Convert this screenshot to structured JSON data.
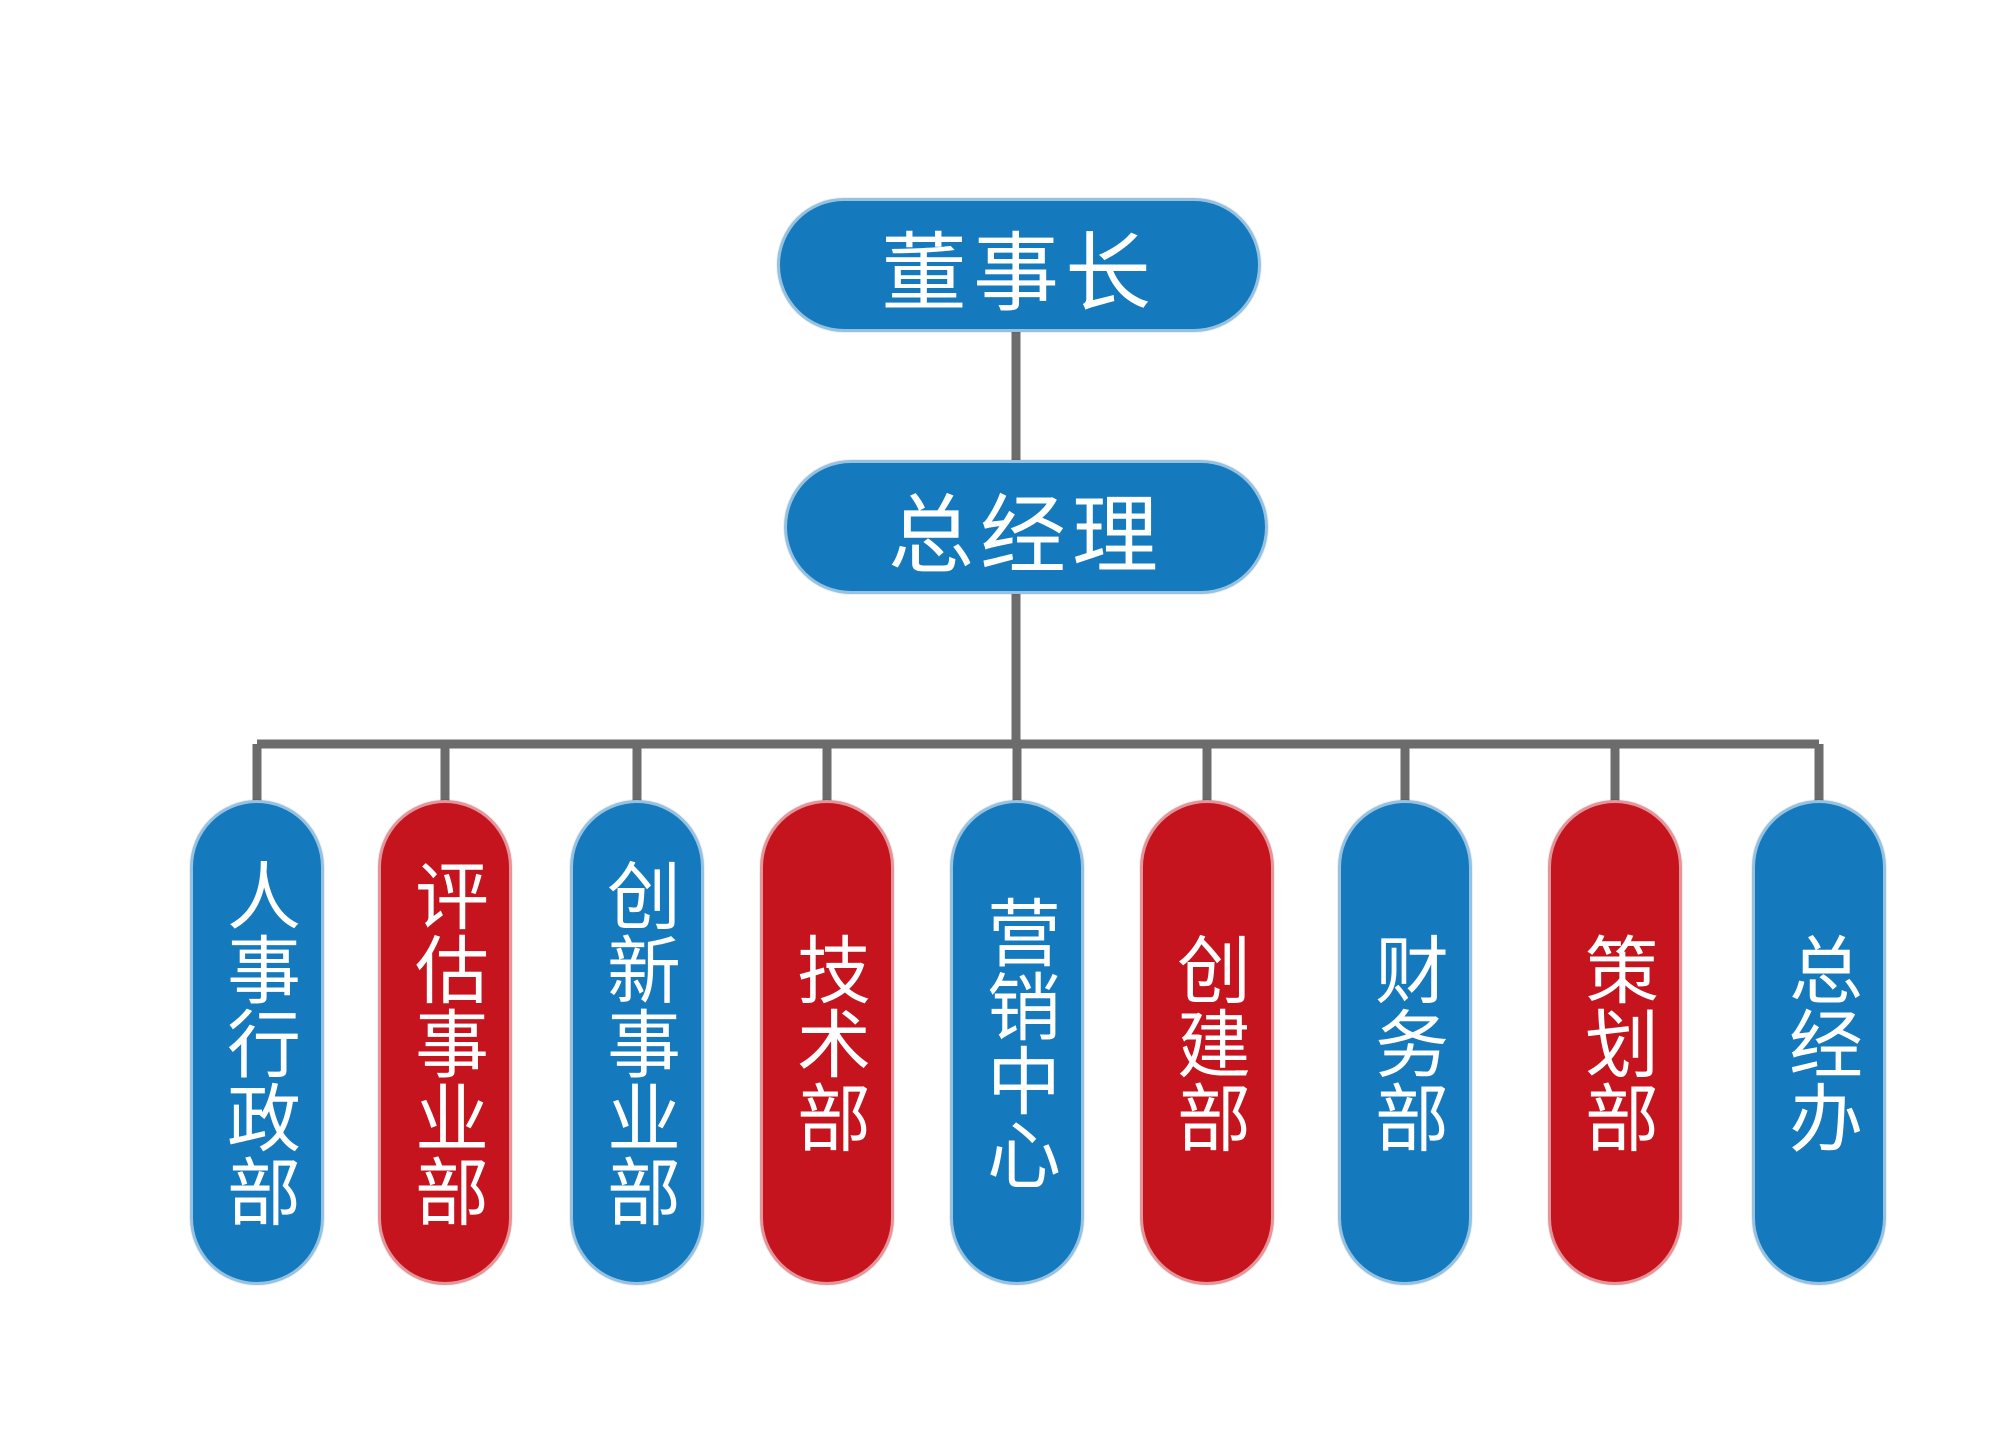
{
  "chart": {
    "colors": {
      "blue": "#1479bd",
      "red": "#c5141d",
      "connector": "#6c6c6c"
    },
    "top_nodes": [
      {
        "id": "chairman",
        "label": "董事长",
        "color": "blue"
      },
      {
        "id": "general-manager",
        "label": "总经理",
        "color": "blue"
      }
    ],
    "departments": [
      {
        "id": "hr-admin",
        "label": "人事行政部",
        "color": "blue"
      },
      {
        "id": "evaluation",
        "label": "评估事业部",
        "color": "red"
      },
      {
        "id": "innovation",
        "label": "创新事业部",
        "color": "blue"
      },
      {
        "id": "technology",
        "label": "技术部",
        "color": "red"
      },
      {
        "id": "marketing",
        "label": "营销中心",
        "color": "blue"
      },
      {
        "id": "construction",
        "label": "创建部",
        "color": "red"
      },
      {
        "id": "finance",
        "label": "财务部",
        "color": "blue"
      },
      {
        "id": "planning",
        "label": "策划部",
        "color": "red"
      },
      {
        "id": "gm-office",
        "label": "总经办",
        "color": "blue"
      }
    ]
  }
}
